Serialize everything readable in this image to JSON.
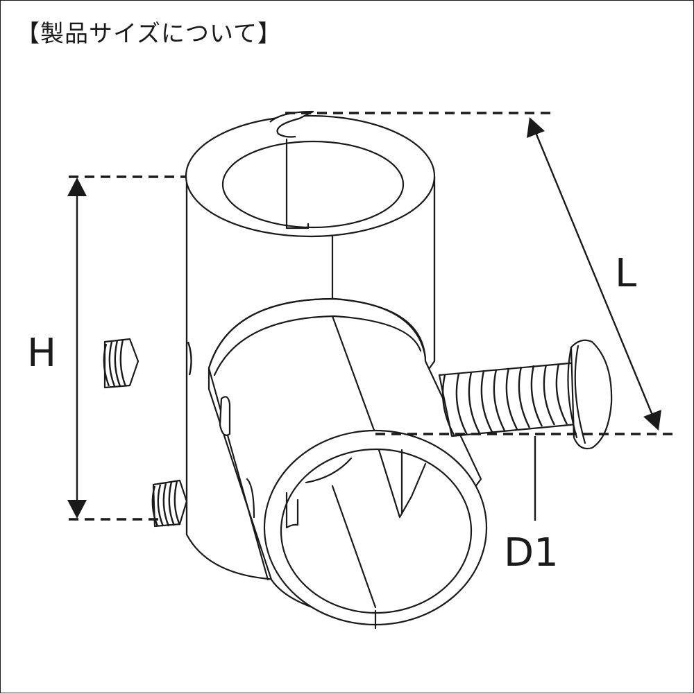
{
  "heading": "【製品サイズについて】",
  "dimensions": {
    "height_label": "H",
    "length_label": "L",
    "diameter_label": "D1"
  }
}
